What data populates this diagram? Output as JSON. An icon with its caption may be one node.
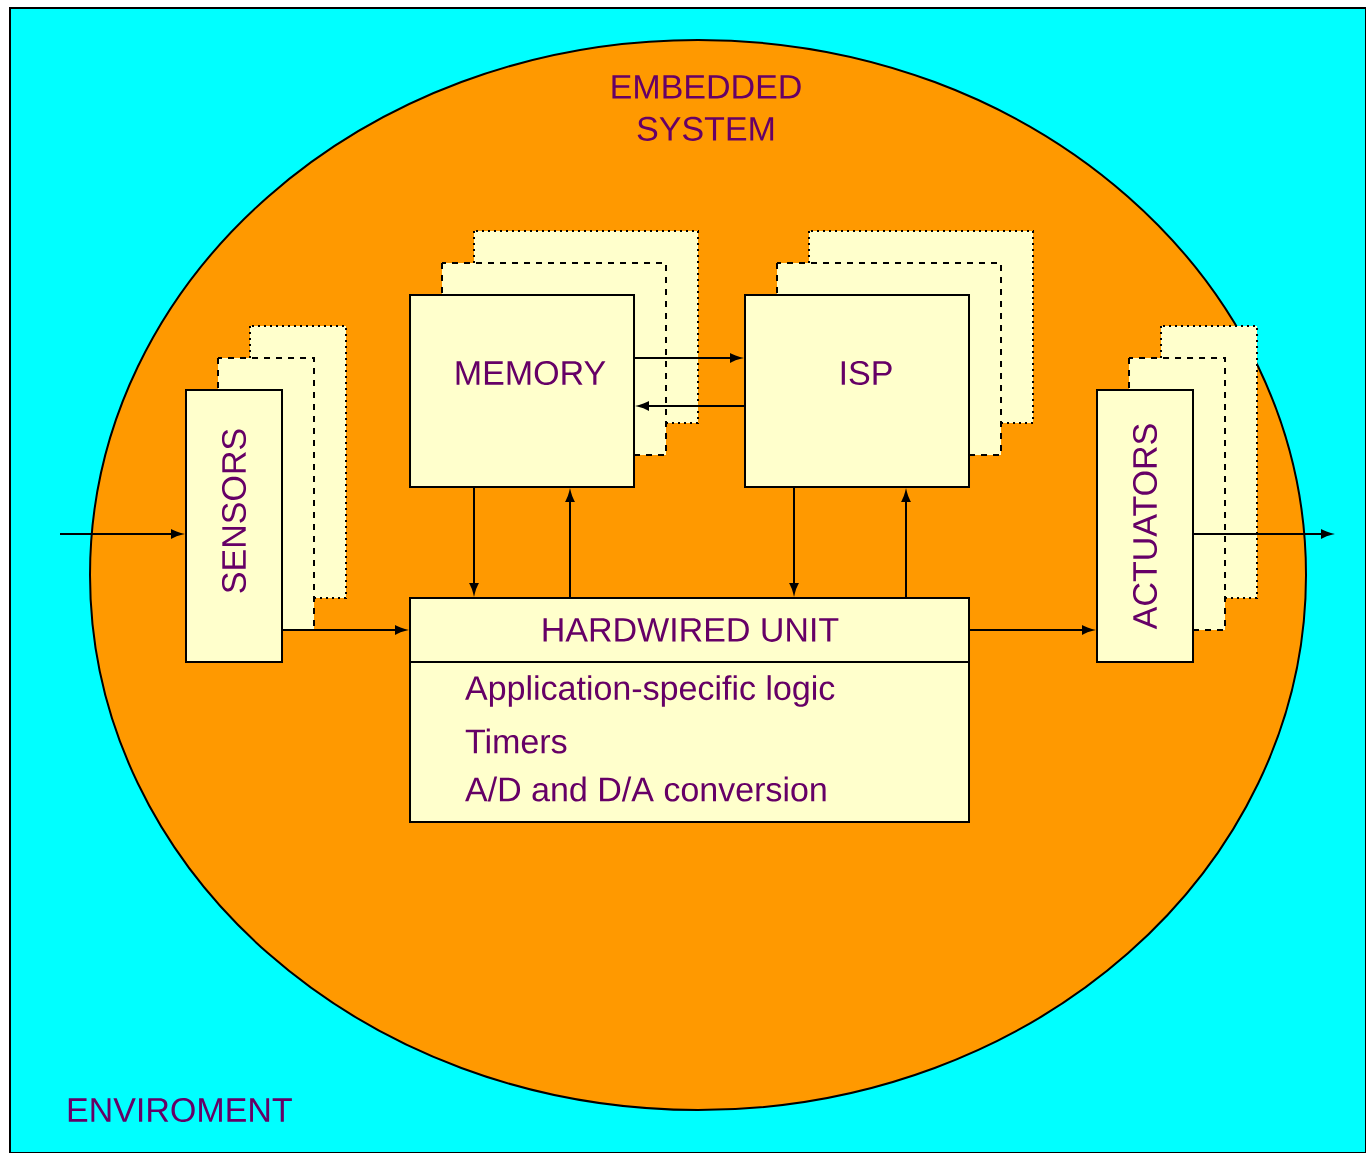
{
  "diagram": {
    "nodes": [
      {
        "text": [
          "ENVIROMENT"
        ]
      },
      {
        "text": [
          "EMBEDDED SYSTEM"
        ],
        "in": 0
      },
      {
        "text": [
          "SENSORS"
        ],
        "in": 1
      },
      {
        "text": [
          "MEMORY"
        ],
        "in": 1
      },
      {
        "text": [
          "ISP"
        ],
        "in": 1
      },
      {
        "text": [
          "HARDWIRED UNIT",
          "Application-specific logic",
          "Timers",
          "A/D and D/A conversion"
        ],
        "in": 1
      },
      {
        "text": [
          "ACTUATORS"
        ],
        "in": 1
      }
    ],
    "edges": [
      {
        "from": null,
        "to": 2,
        "arrow": "to"
      },
      {
        "from": 2,
        "to": 5,
        "arrow": "to"
      },
      {
        "from": 3,
        "to": 4,
        "arrow": "to"
      },
      {
        "from": 4,
        "to": 3,
        "arrow": "to"
      },
      {
        "from": 3,
        "to": 5,
        "arrow": "to"
      },
      {
        "from": 5,
        "to": 3,
        "arrow": "to"
      },
      {
        "from": 4,
        "to": 5,
        "arrow": "to"
      },
      {
        "from": 5,
        "to": 4,
        "arrow": "to"
      },
      {
        "from": 5,
        "to": 6,
        "arrow": "to"
      },
      {
        "from": 6,
        "to": null,
        "arrow": "to"
      }
    ]
  }
}
